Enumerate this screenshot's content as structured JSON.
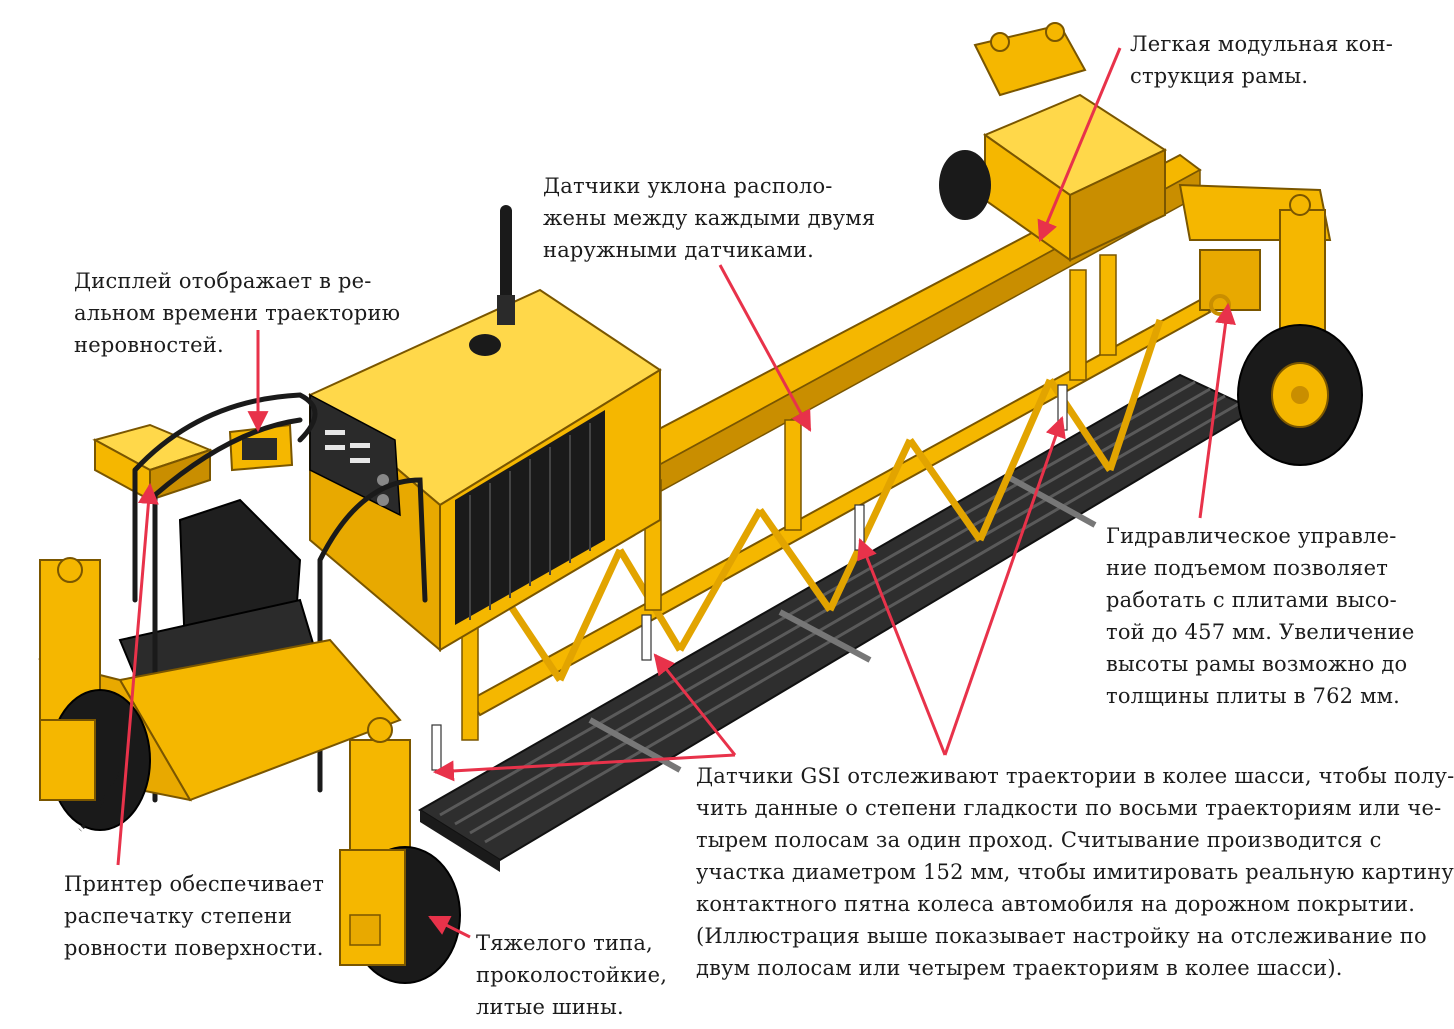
{
  "annotations": {
    "frame": [
      "Легкая модульная кон-",
      "струкция рамы."
    ],
    "slope_sensors": [
      "Датчики уклона располо-",
      "жены между каждыми двумя",
      "наружными датчиками."
    ],
    "display": [
      "Дисплей отображает в ре-",
      "альном времени траекторию",
      "неровностей."
    ],
    "hydraulic": [
      "Гидравлическое управле-",
      "ние подъемом позволяет",
      "работать с плитами высо-",
      "той до 457 мм. Увеличение",
      "высоты рамы возможно до",
      "толщины плиты в 762 мм."
    ],
    "gsi_sensors": [
      "Датчики GSI отслеживают траектории в колее шасси, чтобы полу-",
      "чить данные о степени гладкости по восьми траекториям или че-",
      "тырем полосам за один проход. Считывание производится  с",
      "участка диаметром 152 мм, чтобы имитировать реальную картину",
      "контактного пятна колеса автомобиля на дорожном покрытии.",
      "(Иллюстрация выше показывает настройку на отслеживание по",
      "двум полосам или четырем траекториям в колее шасси)."
    ],
    "printer": [
      "Принтер обеспечивает",
      "распечатку степени",
      "ровности поверхности."
    ],
    "tires": [
      "Тяжелого типа,",
      "проколостойкие,",
      "литые шины."
    ]
  },
  "colors": {
    "machine_yellow": "#f5b700",
    "machine_shadow": "#c98e00",
    "machine_light": "#ffd84a",
    "rubber": "#1a1a1a",
    "slab": "#3a3a3a",
    "arrow": "#e8324a",
    "text": "#1c1c1c"
  }
}
